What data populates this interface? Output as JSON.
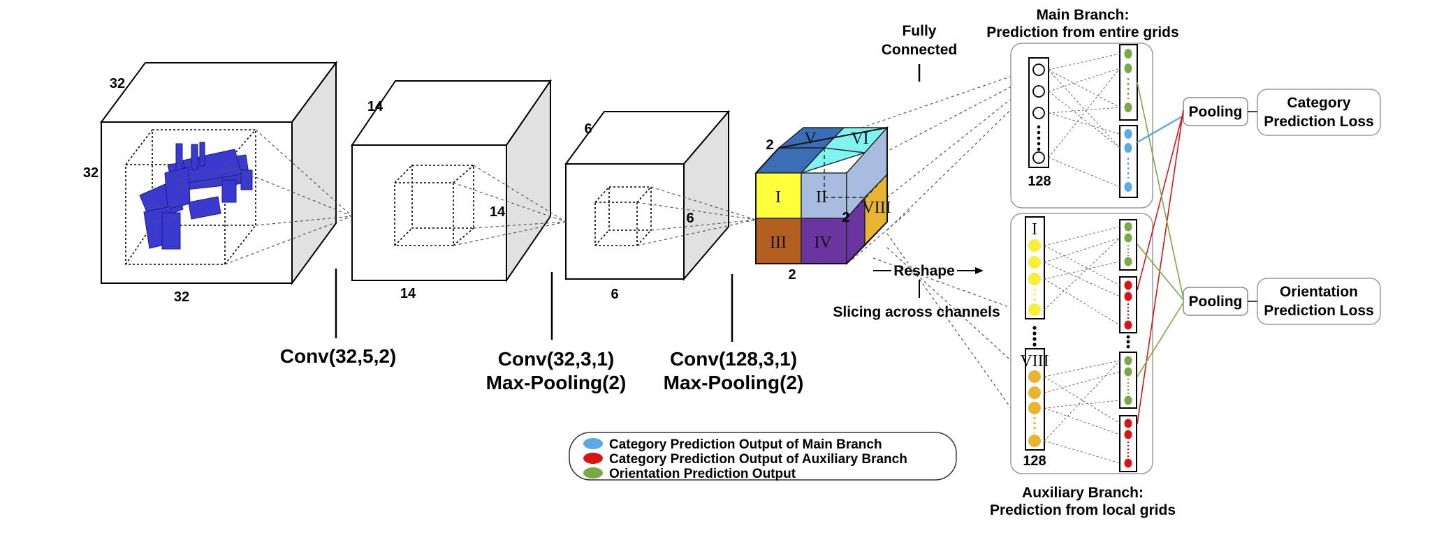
{
  "dimensions": {
    "cube1": {
      "depth": "32",
      "height": "32",
      "width": "32"
    },
    "cube2": {
      "depth": "14",
      "height": "14",
      "width": "14"
    },
    "cube3": {
      "depth": "6",
      "height": "6",
      "width": "6"
    },
    "grid": {
      "depth": "2",
      "height": "2",
      "width": "2"
    }
  },
  "layers": {
    "conv1": "Conv(32,5,2)",
    "conv2_line1": "Conv(32,3,1)",
    "conv2_line2": "Max-Pooling(2)",
    "conv3_line1": "Conv(128,3,1)",
    "conv3_line2": "Max-Pooling(2)"
  },
  "grid_regions": [
    "I",
    "II",
    "III",
    "IV",
    "V",
    "VI",
    "VIII"
  ],
  "grid_colors": {
    "I": "#ffff3c",
    "II": "#a6bde0",
    "III": "#b35f1f",
    "IV": "#6a35a0",
    "V": "#3a6fb8",
    "VI": "#7ff4f0",
    "VIII": "#e7b532"
  },
  "labels": {
    "fully_connected_line1": "Fully",
    "fully_connected_line2": "Connected",
    "reshape": "Reshape",
    "slicing": "Slicing  across channels",
    "main_branch_line1": "Main Branch:",
    "main_branch_line2": "Prediction from entire grids",
    "aux_branch_line1": "Auxiliary Branch:",
    "aux_branch_line2": "Prediction from local grids",
    "main_neurons": "128",
    "aux_neurons": "128",
    "aux_top_region": "I",
    "aux_bottom_region": "VIII"
  },
  "pooling": {
    "top": "Pooling",
    "bottom": "Pooling"
  },
  "losses": {
    "category_line1": "Category",
    "category_line2": "Prediction Loss",
    "orientation_line1": "Orientation",
    "orientation_line2": "Prediction Loss"
  },
  "legend": [
    {
      "label": "Category Prediction Output of Main Branch",
      "color": "#5aaae6"
    },
    {
      "label": "Category Prediction Output of Auxiliary Branch",
      "color": "#d91414"
    },
    {
      "label": "Orientation Prediction Output",
      "color": "#7aa844"
    }
  ],
  "colors": {
    "truck": "#3a3acf",
    "cube_side": "#e1e1e1",
    "green": "#7aa844",
    "blue": "#5aaae6",
    "red": "#d91414",
    "yellow": "#f7ee3c",
    "orange": "#e8b432"
  }
}
